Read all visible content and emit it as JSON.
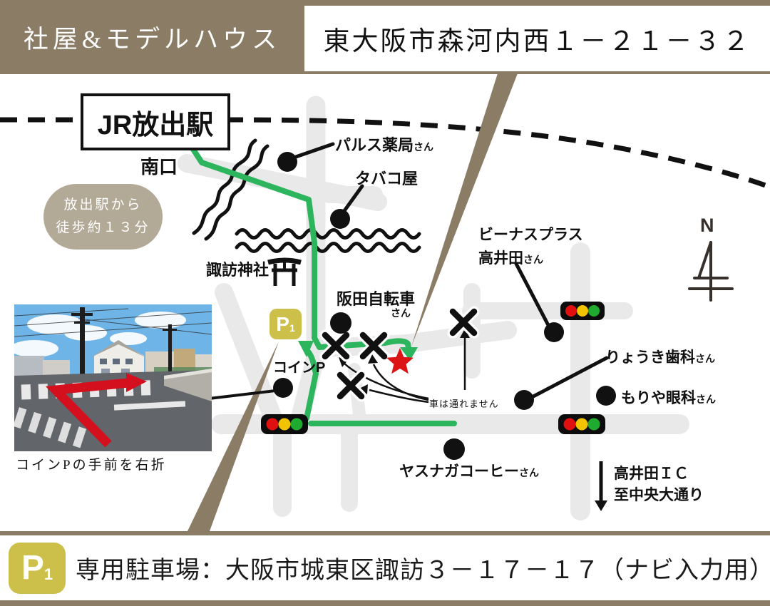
{
  "header": {
    "title": "社屋&モデルハウス",
    "address": "東大阪市森河内西１－２１－３２"
  },
  "station": {
    "name": "JR放出駅",
    "exit": "南口",
    "walk_line1": "放出駅から",
    "walk_line2": "徒歩約１３分"
  },
  "landmarks": {
    "pharmacy": {
      "name": "パルス薬局",
      "suffix": "さん"
    },
    "tobacco": {
      "name": "タバコ屋"
    },
    "shrine": {
      "name": "諏訪神社"
    },
    "bicycle": {
      "name": "阪田自転車",
      "suffix": "さん"
    },
    "venus": {
      "line1": "ビーナスプラス",
      "line2": "高井田",
      "suffix": "さん"
    },
    "dental": {
      "name": "りょうき歯科",
      "suffix": "さん"
    },
    "eye": {
      "name": "もりや眼科",
      "suffix": "さん"
    },
    "coffee": {
      "name": "ヤスナガコーヒー",
      "suffix": "さん"
    }
  },
  "parking": {
    "badge": "P",
    "badge_sub": "1",
    "coin_label": "コインP"
  },
  "notes": {
    "no_cars": "車は通れません",
    "photo_caption": "コインPの手前を右折"
  },
  "directions": {
    "ic_line1": "高井田ＩＣ",
    "ic_line2": "至中央大通り"
  },
  "compass": {
    "north": "N"
  },
  "footer": {
    "badge": "P",
    "badge_sub": "1",
    "text": "専用駐車場：大阪市城東区諏訪３－１７－１７（ナビ入力用）"
  },
  "colors": {
    "brown": "#8b7c66",
    "badge_taupe": "#b3a997",
    "parking_yellow": "#ccc04b",
    "route_green": "#2db55d",
    "road_gray": "#e9e9e9",
    "destination_red": "#dc1414"
  }
}
